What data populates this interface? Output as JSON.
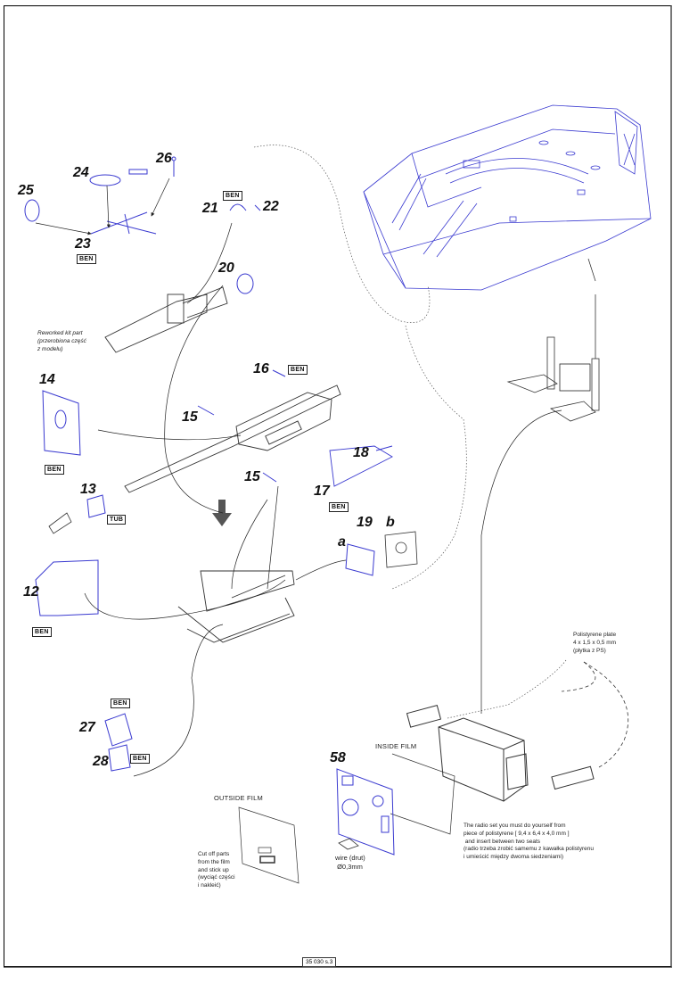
{
  "document": {
    "type": "model kit assembly instructions",
    "page_reference": "35 030 s.3",
    "accent_colors": {
      "photo_etched_parts": "#3a3ad0",
      "kit_parts": "#222222"
    }
  },
  "parts": [
    {
      "number": "25",
      "material": null
    },
    {
      "number": "24",
      "material": null
    },
    {
      "number": "26",
      "material": null
    },
    {
      "number": "23",
      "material": "BEN"
    },
    {
      "number": "21",
      "material": "BEN"
    },
    {
      "number": "22",
      "material": null
    },
    {
      "number": "20",
      "material": null
    },
    {
      "number": "14",
      "material": "BEN"
    },
    {
      "number": "16",
      "material": "BEN"
    },
    {
      "number": "15",
      "material": null
    },
    {
      "number": "15",
      "material": null
    },
    {
      "number": "13",
      "material": "TUB"
    },
    {
      "number": "18",
      "material": null
    },
    {
      "number": "17",
      "material": "BEN"
    },
    {
      "number": "19",
      "material": null,
      "variants": [
        "a",
        "b"
      ]
    },
    {
      "number": "12",
      "material": "BEN"
    },
    {
      "number": "27",
      "material": "BEN"
    },
    {
      "number": "28",
      "material": "BEN"
    },
    {
      "number": "58",
      "material": null
    }
  ],
  "labels": {
    "n25": "25",
    "n24": "24",
    "n26": "26",
    "n23": "23",
    "n21": "21",
    "n22": "22",
    "n20": "20",
    "n14": "14",
    "n16": "16",
    "n15a": "15",
    "n15b": "15",
    "n13": "13",
    "n18": "18",
    "n17": "17",
    "n19": "19",
    "n19a": "a",
    "n19b": "b",
    "n12": "12",
    "n27": "27",
    "n28": "28",
    "n58": "58",
    "ben": "BEN",
    "tub": "TUB"
  },
  "notes": {
    "reworked": "Reworked kit part\n(przerobiona część\nz modelu)",
    "polistyrene_plate": "Polistyrene plate\n4 x 1,5 x 0,5 mm\n(płytka z PS)",
    "radio": "The radio set you must do yourself from\npiece of polistyrene [ 9,4 x 6,4 x 4,0 mm ]\n and insert between two seats\n(radio trzeba zrobić samemu z kawałka polistyrenu\ni umieścić między dwoma siedzeniami)",
    "inside_film": "INSIDE FILM",
    "outside_film": "OUTSIDE FILM",
    "cut_off": "Cut off parts\nfrom the film\nand stick up\n(wyciąć części\ni nakleić)",
    "wire": "wire (drut)\n Ø0,3mm"
  }
}
